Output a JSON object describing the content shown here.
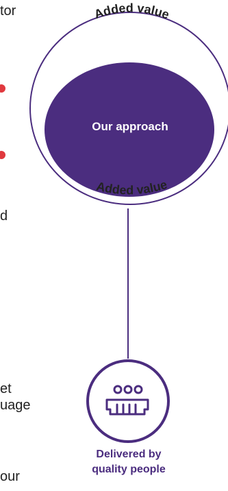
{
  "left_fragments": [
    "tor",
    "d",
    "et",
    "uage",
    "our"
  ],
  "outer_ring": {
    "top_label": "Added value",
    "bottom_label": "Added value"
  },
  "center": {
    "label": "Our approach"
  },
  "people": {
    "label_line1": "Delivered by",
    "label_line2": "quality people",
    "icon": "people-group-icon"
  },
  "colors": {
    "purple": "#4b2d7f",
    "accent_red": "#e0393e",
    "ring_stroke": "#4b2d7f",
    "text": "#222222",
    "white": "#ffffff"
  }
}
